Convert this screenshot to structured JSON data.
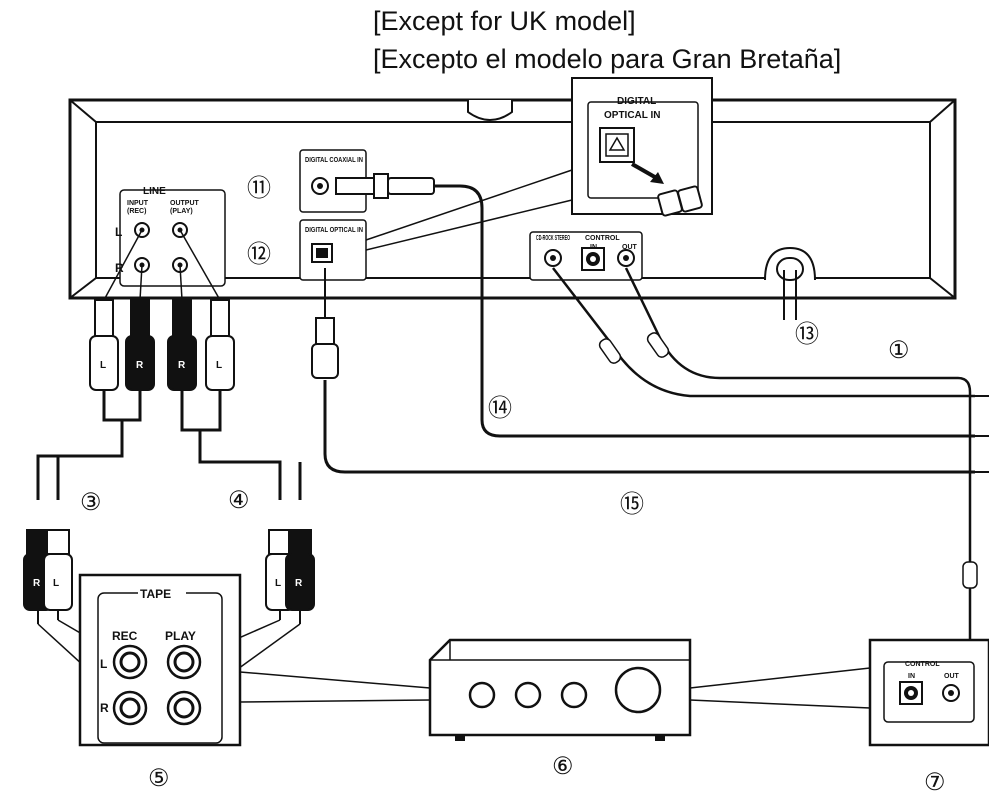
{
  "header": {
    "line1": "[Except for UK model]",
    "line2": "[Excepto el modelo para Gran Bretaña]"
  },
  "panel": {
    "line_title": "LINE",
    "line_input": "INPUT",
    "line_input_sub": "(REC)",
    "line_output": "OUTPUT",
    "line_output_sub": "(PLAY)",
    "left": "L",
    "right": "R",
    "coaxial": "DIGITAL COAXIAL IN",
    "optical": "DIGITAL OPTICAL IN",
    "cd_rock": "CD-ROCK STEREO",
    "control": "CONTROL",
    "control_in": "IN",
    "control_out": "OUT"
  },
  "inset": {
    "title_line1": "DIGITAL",
    "title_line2": "OPTICAL IN"
  },
  "plugs": {
    "left": "L",
    "right": "R"
  },
  "deck": {
    "tape": "TAPE",
    "rec": "REC",
    "play": "PLAY",
    "left": "L",
    "right": "R"
  },
  "device7": {
    "control": "CONTROL",
    "in": "IN",
    "out": "OUT"
  },
  "callouts": {
    "c1": "①",
    "c3": "③",
    "c4": "④",
    "c5": "⑤",
    "c6": "⑥",
    "c7": "⑦",
    "c11": "⑪",
    "c12": "⑫",
    "c13": "⑬",
    "c14": "⑭",
    "c15": "⑮"
  },
  "colors": {
    "ink": "#111111",
    "paper": "#ffffff",
    "shade": "#cccccc"
  }
}
